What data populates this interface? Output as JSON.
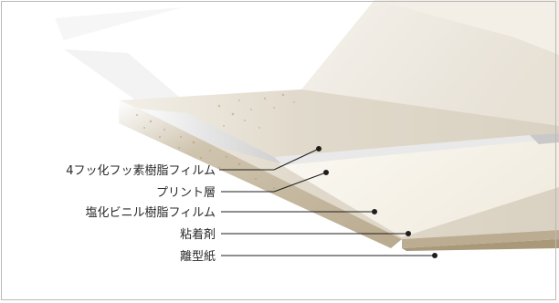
{
  "layers": [
    {
      "id": "fluoro-film",
      "label": "4フッ化フッ素樹脂フィルム"
    },
    {
      "id": "print-layer",
      "label": "プリント層"
    },
    {
      "id": "pvc-film",
      "label": "塩化ビニル樹脂フィルム"
    },
    {
      "id": "adhesive",
      "label": "粘着剤"
    },
    {
      "id": "release-paper",
      "label": "離型紙"
    }
  ],
  "colors": {
    "backdrop": "#e9e4da",
    "paper_top": "#ddd6c8",
    "paper_edge": "#bcad92",
    "paper_edge_dark": "#a99978",
    "print_layer": "#f5f1e8",
    "film_edge": "#efefef",
    "leader": "#1e1e1e"
  }
}
